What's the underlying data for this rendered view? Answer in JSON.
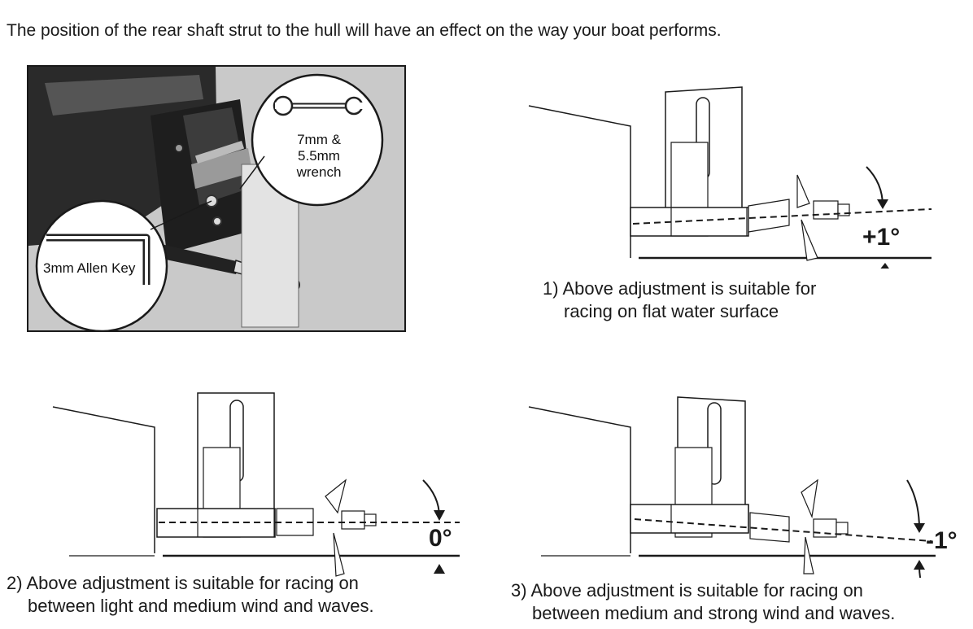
{
  "intro_text": "The position of the rear shaft strut to the hull will have an effect on the way your boat performs.",
  "photo": {
    "wrench_label_line1": "7mm & 5.5mm",
    "wrench_label_line2": "wrench",
    "allen_key_label": "3mm Allen Key"
  },
  "diagrams": [
    {
      "angle_label": "+1°",
      "caption_line1": "1) Above adjustment is suitable for",
      "caption_line2": "racing on flat water surface"
    },
    {
      "angle_label": "0°",
      "caption_line1": "2) Above adjustment is suitable for racing on",
      "caption_line2": "between light and medium wind and waves."
    },
    {
      "angle_label": "-1°",
      "caption_line1": "3) Above adjustment is suitable for racing on",
      "caption_line2": "between medium and strong wind and waves."
    }
  ]
}
